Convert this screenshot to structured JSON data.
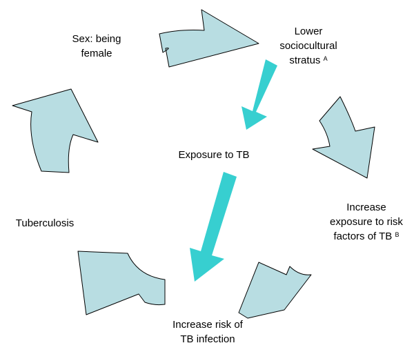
{
  "colors": {
    "cycle_arrow_fill": "#b8dde2",
    "cycle_arrow_stroke": "#000000",
    "pathway_arrow_fill": "#37cfd0",
    "text": "#000000",
    "background": "#ffffff"
  },
  "nodes": {
    "sex": {
      "line1": "Sex: being",
      "line2": "female"
    },
    "lower_stratus": {
      "line1": "Lower",
      "line2": "sociocultural",
      "line3": "stratus",
      "note": "A"
    },
    "exposure": {
      "line1": "Exposure to TB"
    },
    "increase_exposure": {
      "line1": "Increase",
      "line2": "exposure to risk",
      "line3": "factors of TB",
      "note": "B"
    },
    "increase_risk": {
      "line1": "Increase risk of",
      "line2": "TB infection"
    },
    "tuberculosis": {
      "line1": "Tuberculosis"
    }
  },
  "cycle_order": [
    "sex",
    "lower_stratus",
    "increase_exposure",
    "increase_risk",
    "tuberculosis",
    "sex"
  ],
  "pathway_order": [
    "lower_stratus",
    "exposure",
    "increase_risk"
  ]
}
